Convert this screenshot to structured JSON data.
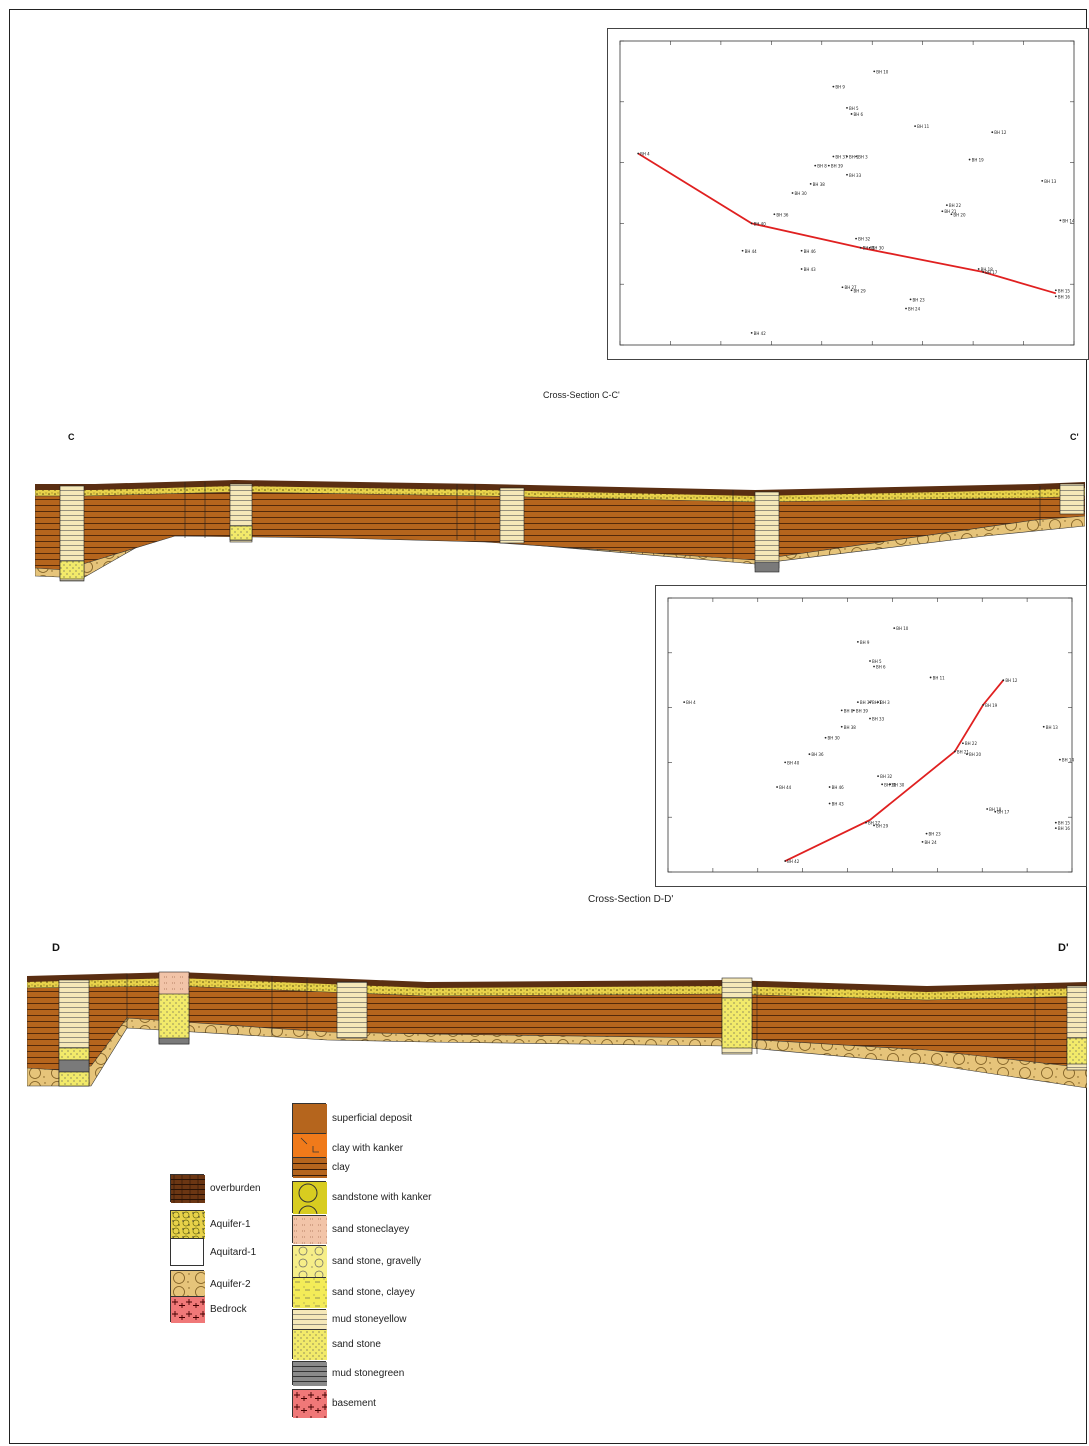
{
  "section_c": {
    "title": "Cross-Section C-C'",
    "left_label": "C",
    "right_label": "C'"
  },
  "section_d": {
    "title": "Cross-Section D-D'",
    "left_label": "D",
    "right_label": "D'"
  },
  "maps": [
    {
      "name": "map-c",
      "points": [
        {
          "id": "BH 10",
          "x": 0.56,
          "y": 0.1
        },
        {
          "id": "BH 9",
          "x": 0.47,
          "y": 0.15
        },
        {
          "id": "BH 5",
          "x": 0.5,
          "y": 0.22
        },
        {
          "id": "BH 6",
          "x": 0.51,
          "y": 0.24
        },
        {
          "id": "BH 11",
          "x": 0.65,
          "y": 0.28
        },
        {
          "id": "BH 12",
          "x": 0.82,
          "y": 0.3
        },
        {
          "id": "BH 4",
          "x": 0.04,
          "y": 0.37
        },
        {
          "id": "BH 37",
          "x": 0.47,
          "y": 0.38
        },
        {
          "id": "BH 1",
          "x": 0.5,
          "y": 0.38
        },
        {
          "id": "BH 3",
          "x": 0.52,
          "y": 0.38
        },
        {
          "id": "BH 19",
          "x": 0.77,
          "y": 0.39
        },
        {
          "id": "BH 8",
          "x": 0.43,
          "y": 0.41
        },
        {
          "id": "BH 39",
          "x": 0.46,
          "y": 0.41
        },
        {
          "id": "BH 33",
          "x": 0.5,
          "y": 0.44
        },
        {
          "id": "BH 13",
          "x": 0.93,
          "y": 0.46
        },
        {
          "id": "BH 38",
          "x": 0.42,
          "y": 0.47
        },
        {
          "id": "BH 30",
          "x": 0.38,
          "y": 0.5
        },
        {
          "id": "BH 22",
          "x": 0.72,
          "y": 0.54
        },
        {
          "id": "BH 36",
          "x": 0.34,
          "y": 0.57
        },
        {
          "id": "BH 21",
          "x": 0.71,
          "y": 0.56
        },
        {
          "id": "BH 20",
          "x": 0.73,
          "y": 0.57
        },
        {
          "id": "BH 14",
          "x": 0.97,
          "y": 0.59
        },
        {
          "id": "BH 40",
          "x": 0.29,
          "y": 0.6
        },
        {
          "id": "BH 32",
          "x": 0.52,
          "y": 0.65
        },
        {
          "id": "BH 31",
          "x": 0.53,
          "y": 0.68
        },
        {
          "id": "BH 30",
          "x": 0.55,
          "y": 0.68
        },
        {
          "id": "BH 44",
          "x": 0.27,
          "y": 0.69
        },
        {
          "id": "BH 46",
          "x": 0.4,
          "y": 0.69
        },
        {
          "id": "BH 43",
          "x": 0.4,
          "y": 0.75
        },
        {
          "id": "BH 18",
          "x": 0.79,
          "y": 0.75
        },
        {
          "id": "BH 17",
          "x": 0.8,
          "y": 0.76
        },
        {
          "id": "BH 27",
          "x": 0.49,
          "y": 0.81
        },
        {
          "id": "BH 29",
          "x": 0.51,
          "y": 0.82
        },
        {
          "id": "BH 15",
          "x": 0.96,
          "y": 0.82
        },
        {
          "id": "BH 16",
          "x": 0.96,
          "y": 0.84
        },
        {
          "id": "BH 23",
          "x": 0.64,
          "y": 0.85
        },
        {
          "id": "BH 24",
          "x": 0.63,
          "y": 0.88
        },
        {
          "id": "BH 42",
          "x": 0.29,
          "y": 0.96
        }
      ],
      "line": [
        [
          0.04,
          0.37
        ],
        [
          0.29,
          0.6
        ],
        [
          0.53,
          0.68
        ],
        [
          0.8,
          0.76
        ],
        [
          0.96,
          0.83
        ]
      ]
    },
    {
      "name": "map-d",
      "points": [
        {
          "id": "BH 10",
          "x": 0.56,
          "y": 0.11
        },
        {
          "id": "BH 9",
          "x": 0.47,
          "y": 0.16
        },
        {
          "id": "BH 5",
          "x": 0.5,
          "y": 0.23
        },
        {
          "id": "BH 6",
          "x": 0.51,
          "y": 0.25
        },
        {
          "id": "BH 11",
          "x": 0.65,
          "y": 0.29
        },
        {
          "id": "BH 12",
          "x": 0.83,
          "y": 0.3
        },
        {
          "id": "BH 4",
          "x": 0.04,
          "y": 0.38
        },
        {
          "id": "BH 37",
          "x": 0.47,
          "y": 0.38
        },
        {
          "id": "BH 1",
          "x": 0.5,
          "y": 0.38
        },
        {
          "id": "BH 3",
          "x": 0.52,
          "y": 0.38
        },
        {
          "id": "BH 19",
          "x": 0.78,
          "y": 0.39
        },
        {
          "id": "BH 8",
          "x": 0.43,
          "y": 0.41
        },
        {
          "id": "BH 39",
          "x": 0.46,
          "y": 0.41
        },
        {
          "id": "BH 33",
          "x": 0.5,
          "y": 0.44
        },
        {
          "id": "BH 13",
          "x": 0.93,
          "y": 0.47
        },
        {
          "id": "BH 38",
          "x": 0.43,
          "y": 0.47
        },
        {
          "id": "BH 30",
          "x": 0.39,
          "y": 0.51
        },
        {
          "id": "BH 22",
          "x": 0.73,
          "y": 0.53
        },
        {
          "id": "BH 36",
          "x": 0.35,
          "y": 0.57
        },
        {
          "id": "BH 21",
          "x": 0.71,
          "y": 0.56
        },
        {
          "id": "BH 20",
          "x": 0.74,
          "y": 0.57
        },
        {
          "id": "BH 14",
          "x": 0.97,
          "y": 0.59
        },
        {
          "id": "BH 40",
          "x": 0.29,
          "y": 0.6
        },
        {
          "id": "BH 32",
          "x": 0.52,
          "y": 0.65
        },
        {
          "id": "BH 31",
          "x": 0.53,
          "y": 0.68
        },
        {
          "id": "BH 30",
          "x": 0.55,
          "y": 0.68
        },
        {
          "id": "BH 44",
          "x": 0.27,
          "y": 0.69
        },
        {
          "id": "BH 46",
          "x": 0.4,
          "y": 0.69
        },
        {
          "id": "BH 43",
          "x": 0.4,
          "y": 0.75
        },
        {
          "id": "BH 18",
          "x": 0.79,
          "y": 0.77
        },
        {
          "id": "BH 17",
          "x": 0.81,
          "y": 0.78
        },
        {
          "id": "BH 27",
          "x": 0.49,
          "y": 0.82
        },
        {
          "id": "BH 29",
          "x": 0.51,
          "y": 0.83
        },
        {
          "id": "BH 15",
          "x": 0.96,
          "y": 0.82
        },
        {
          "id": "BH 16",
          "x": 0.96,
          "y": 0.84
        },
        {
          "id": "BH 23",
          "x": 0.64,
          "y": 0.86
        },
        {
          "id": "BH 24",
          "x": 0.63,
          "y": 0.89
        },
        {
          "id": "BH 42",
          "x": 0.29,
          "y": 0.96
        }
      ],
      "line": [
        [
          0.29,
          0.96
        ],
        [
          0.5,
          0.81
        ],
        [
          0.71,
          0.56
        ],
        [
          0.78,
          0.39
        ],
        [
          0.83,
          0.3
        ]
      ]
    }
  ],
  "lithology_legend": [
    {
      "label": "superficial deposit",
      "pattern": "superficial"
    },
    {
      "label": "clay with kanker",
      "pattern": "claykanker"
    },
    {
      "label": "clay",
      "pattern": "clay"
    },
    {
      "label": "sandstone with kanker",
      "pattern": "sskanker"
    },
    {
      "label": "sand stoneclayey",
      "pattern": "ssclayeypink"
    },
    {
      "label": "sand stone, gravelly",
      "pattern": "ssgravelly"
    },
    {
      "label": "sand stone, clayey",
      "pattern": "ssclayey"
    },
    {
      "label": "mud stoneyellow",
      "pattern": "mudyellow"
    },
    {
      "label": "sand stone",
      "pattern": "sandstone"
    },
    {
      "label": "mud stonegreen",
      "pattern": "mudgreen"
    },
    {
      "label": "basement",
      "pattern": "basement"
    }
  ],
  "unit_legend": [
    {
      "label": "overburden",
      "pattern": "overburden"
    },
    {
      "label": "Aquifer-1",
      "pattern": "aquifer1"
    },
    {
      "label": "Aquitard-1",
      "pattern": "aquitard1"
    },
    {
      "label": "Aquifer-2",
      "pattern": "aquifer2"
    },
    {
      "label": "Bedrock",
      "pattern": "bedrock"
    }
  ],
  "colors": {
    "aquitard": "#b5651d",
    "aquifer1": "#e8d24a",
    "aquifer2": "#e6c47a",
    "overburden": "#5a2e12",
    "mudyellow": "#f5e8b8",
    "sandstone": "#f2ea6a",
    "mudgreen": "#7a7a7a",
    "basement": "#f07878",
    "claykanker": "#f07a1a",
    "sectionline": "#e02020"
  }
}
